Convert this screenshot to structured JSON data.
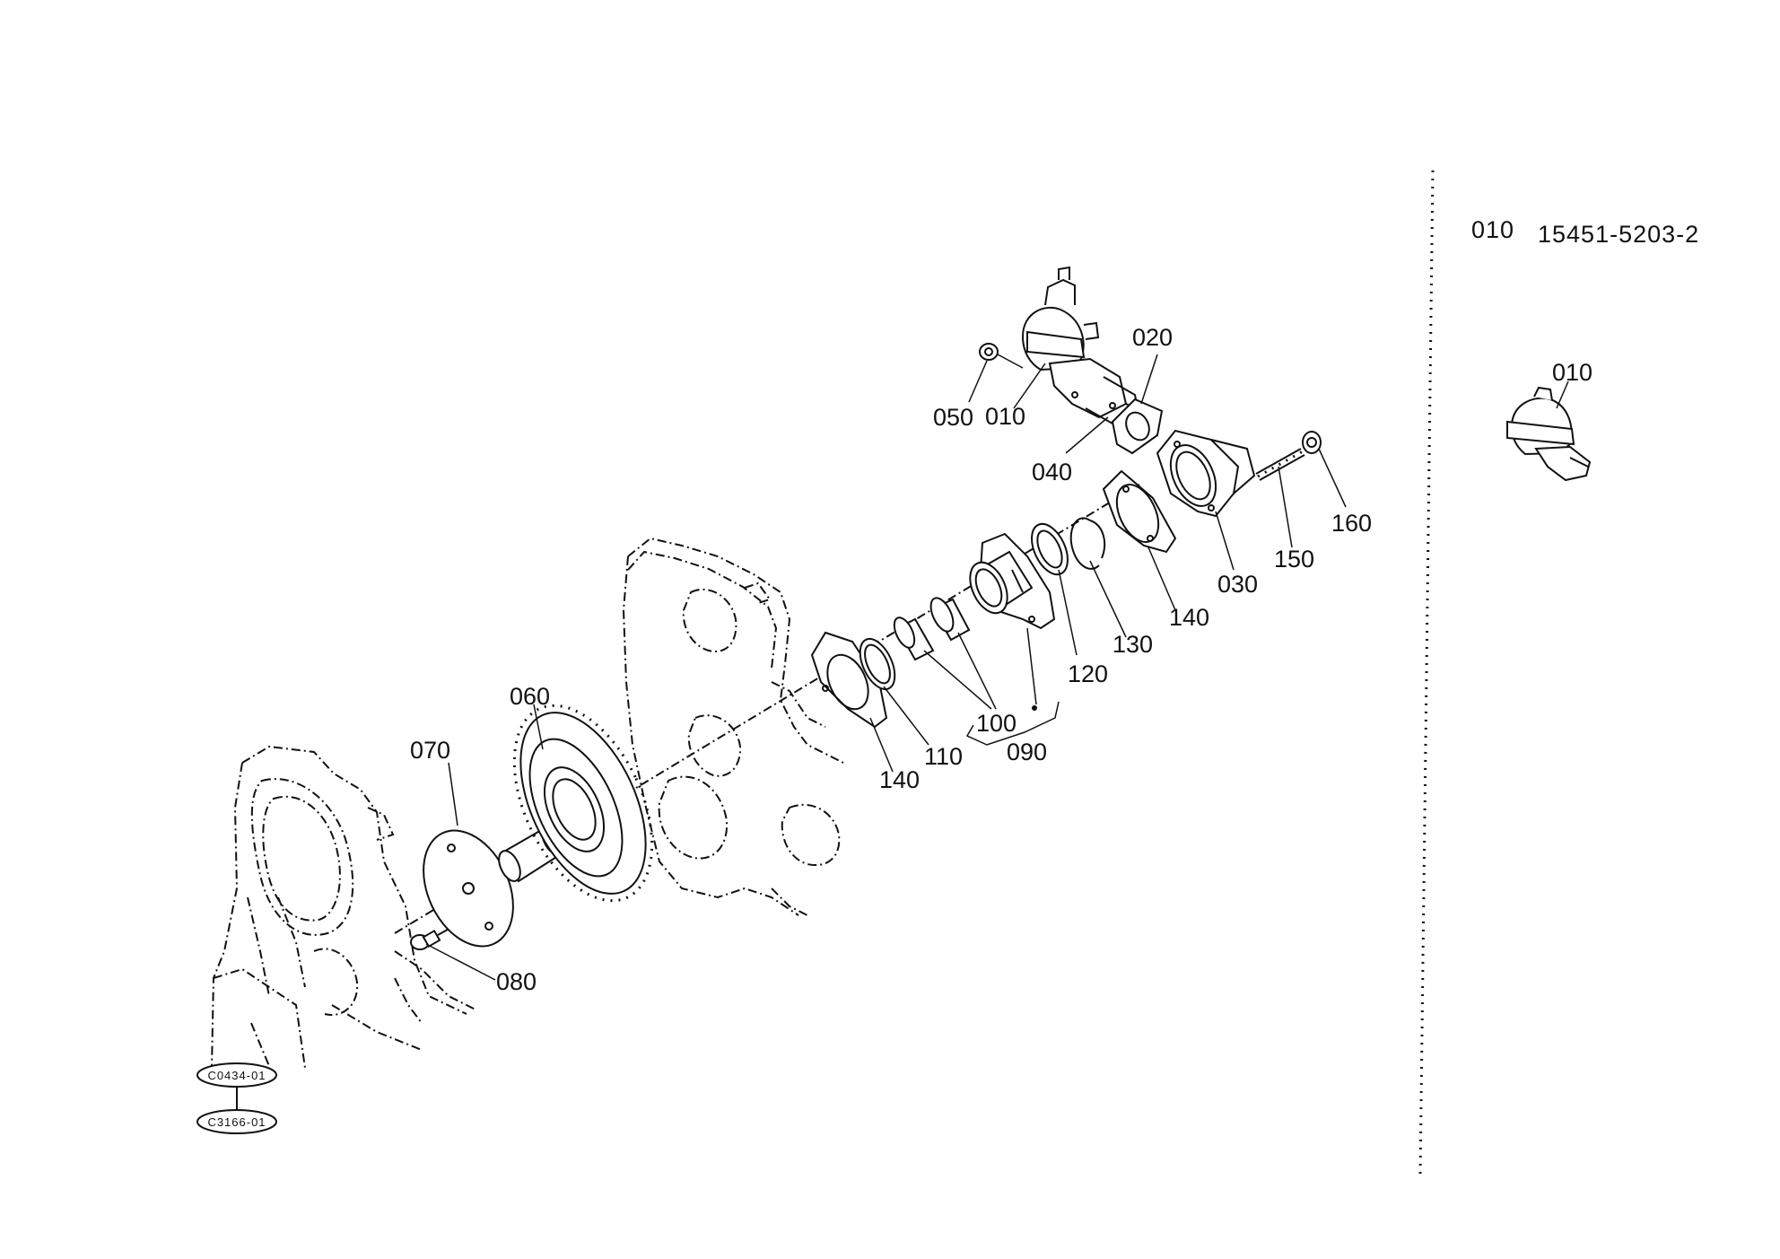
{
  "parts_list": {
    "item_no": "010",
    "part_number": "15451-5203-2"
  },
  "inset": {
    "label": "010"
  },
  "callouts": {
    "c010": "010",
    "c020": "020",
    "c030": "030",
    "c040": "040",
    "c050": "050",
    "c060": "060",
    "c070": "070",
    "c080": "080",
    "c090": "090",
    "c100": "100",
    "c110": "110",
    "c120": "120",
    "c130": "130",
    "c140a": "140",
    "c140b": "140",
    "c150": "150",
    "c160": "160"
  },
  "references": {
    "ref1": "C0434-01",
    "ref2": "C3166-01"
  }
}
